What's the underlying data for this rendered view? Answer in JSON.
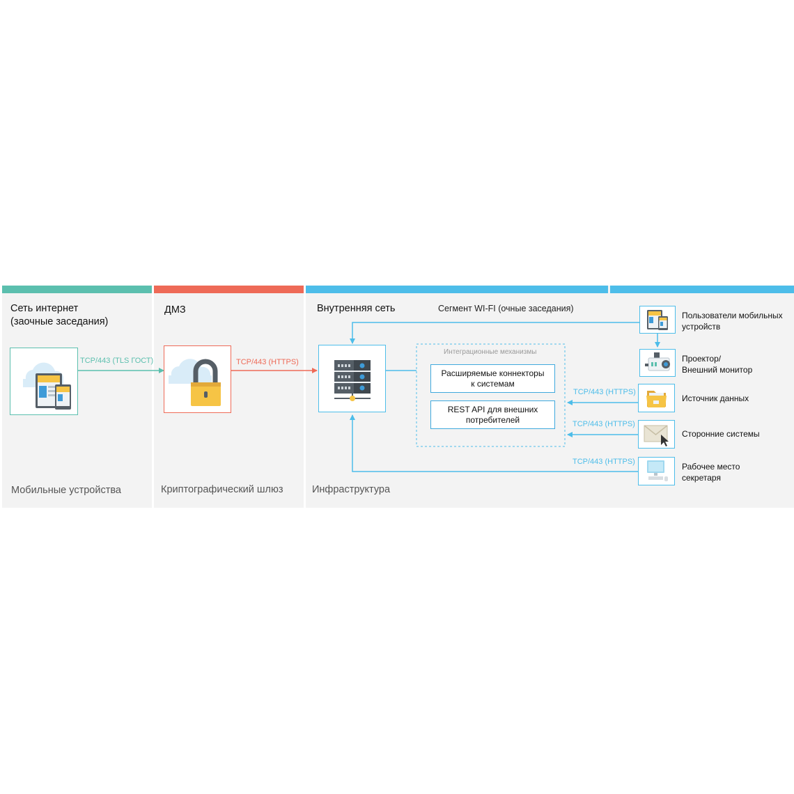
{
  "zones": {
    "internet": {
      "title_1": "Сеть интернет",
      "title_2": "(заочные заседания)",
      "caption": "Мобильные устройства",
      "color": "#5bbfae"
    },
    "dmz": {
      "title": "ДМЗ",
      "caption": "Криптографический шлюз",
      "color": "#ee6a57"
    },
    "internal": {
      "title": "Внутренняя сеть",
      "caption": "Инфраструктура",
      "color": "#4dbde9"
    },
    "wifi": {
      "title": "Сегмент WI-FI (очные заседания)"
    }
  },
  "links": {
    "internet_to_dmz": "TCP/443 (TLS ГОСТ)",
    "dmz_to_internal": "TCP/443 (HTTPS)",
    "data_source": "TCP/443 (HTTPS)",
    "third_party": "TCP/443 (HTTPS)",
    "workstation": "TCP/443 (HTTPS)"
  },
  "integration": {
    "title": "Интеграционные механизмы",
    "connectors_1": "Расширяемые коннекторы",
    "connectors_2": "к системам",
    "rest_1": "REST API для внешних",
    "rest_2": "потребителей"
  },
  "right_items": [
    {
      "icon": "mobile-devices-icon",
      "line1": "Пользователи мобильных",
      "line2": "устройств"
    },
    {
      "icon": "projector-icon",
      "line1": "Проектор/",
      "line2": "Внешний монитор"
    },
    {
      "icon": "folder-icon",
      "line1": "Источник данных",
      "line2": ""
    },
    {
      "icon": "envelope-icon",
      "line1": "Сторонние системы",
      "line2": ""
    },
    {
      "icon": "computer-icon",
      "line1": "Рабочее место",
      "line2": "секретаря"
    }
  ],
  "colors": {
    "internet": "#5bbfae",
    "dmz": "#ee6a57",
    "internal": "#4dbde9",
    "panel": "#f3f3f3"
  }
}
